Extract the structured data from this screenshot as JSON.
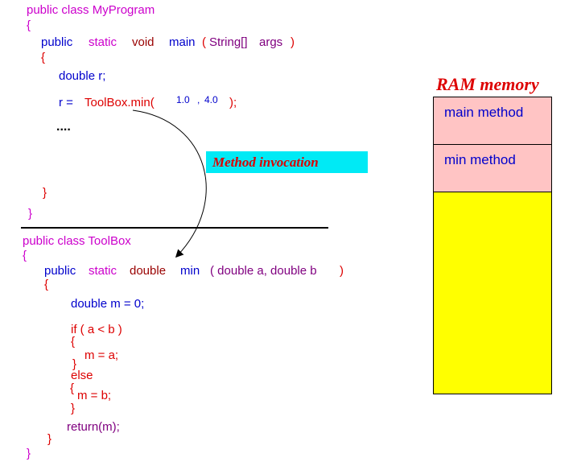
{
  "caller": {
    "class_decl": "public class MyProgram",
    "open_brace": "{",
    "method_modifier_public": "public",
    "method_modifier_static": "static",
    "method_return_type": "void",
    "method_name": "main",
    "paren_open": "(",
    "param_type": "String[]",
    "param_name": "args",
    "paren_close": ")",
    "method_open_brace": "{",
    "decl_line": "double r;",
    "assign_prefix": "r =",
    "call_target": "ToolBox.min(",
    "arg1": "1.0",
    "comma": ",",
    "arg2": "4.0",
    "call_close": ");",
    "ellipsis": "....",
    "method_close_brace": "}",
    "class_close_brace": "}"
  },
  "callee": {
    "class_decl": "public class ToolBox",
    "open_brace": "{",
    "method_modifier_public": "public",
    "method_modifier_static": "static",
    "method_return_type": "double",
    "method_name": "min",
    "params": "( double a, double b",
    "paren_close": ")",
    "method_open_brace": "{",
    "decl_line": "double m = 0;",
    "if_line": "if ( a < b )",
    "if_open": "{",
    "then_stmt": "m = a;",
    "if_close": "}",
    "else_kw": "else",
    "else_open": "{",
    "else_stmt": "m = b;",
    "else_close": "}",
    "return_stmt": "return(m);",
    "method_close_brace": "}",
    "class_close_brace": "}"
  },
  "invocation_label": "Method invocation",
  "ram": {
    "title": "RAM memory",
    "frames": [
      "main method",
      "min method"
    ]
  },
  "colors": {
    "keyword_magenta": "#cc00cc",
    "keyword_blue": "#0000cc",
    "type_darkred": "#990000",
    "param_purple": "#800080",
    "code_red": "#dd0000",
    "invocation_box": "#00eaf5",
    "stack_frame": "#ffc4c4",
    "stack_free": "#ffff00"
  }
}
